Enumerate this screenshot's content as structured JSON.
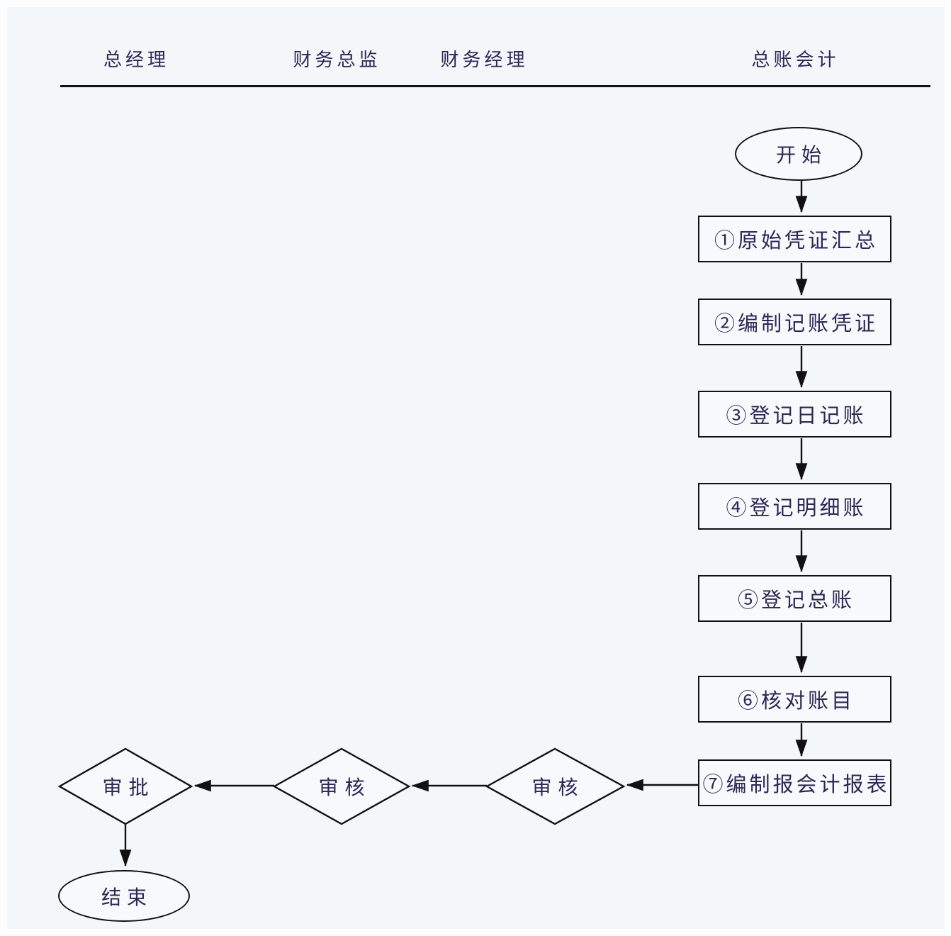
{
  "header": {
    "lanes": [
      {
        "label": "总经理"
      },
      {
        "label": "财务总监"
      },
      {
        "label": "财务经理"
      },
      {
        "label": "总账会计"
      }
    ]
  },
  "flow": {
    "start": "开始",
    "steps": [
      "①原始凭证汇总",
      "②编制记账凭证",
      "③登记日记账",
      "④登记明细账",
      "⑤登记总账",
      "⑥核对账目",
      "⑦编制报会计报表"
    ],
    "review_finance_manager": "审核",
    "review_finance_director": "审核",
    "approval_general_manager": "审批",
    "end": "结束"
  },
  "colors": {
    "canvas_background": "#f3f7fa",
    "line": "#111111",
    "text": "#2c2754"
  }
}
